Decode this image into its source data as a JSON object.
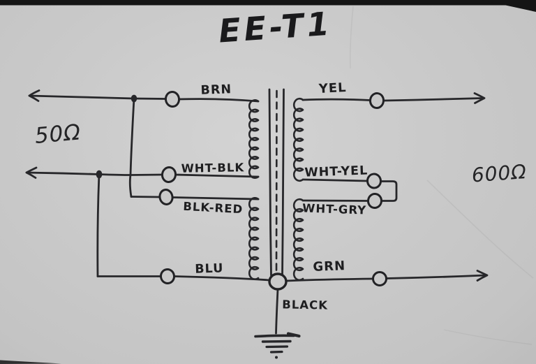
{
  "title": "EE-T1",
  "colors": {
    "ink": "#27272a",
    "paper": "#c9c9c9",
    "photo_edge": "#151515"
  },
  "primary": {
    "impedance_label": "50Ω",
    "leads": {
      "top": "BRN",
      "tap1": "WHT-BLK",
      "tap2": "BLK-RED",
      "bottom": "BLU"
    }
  },
  "secondary": {
    "impedance_label": "600Ω",
    "leads": {
      "top": "YEL",
      "tap1": "WHT-YEL",
      "tap2": "WHT-GRY",
      "bottom": "GRN"
    }
  },
  "ground_lead": "BLACK"
}
